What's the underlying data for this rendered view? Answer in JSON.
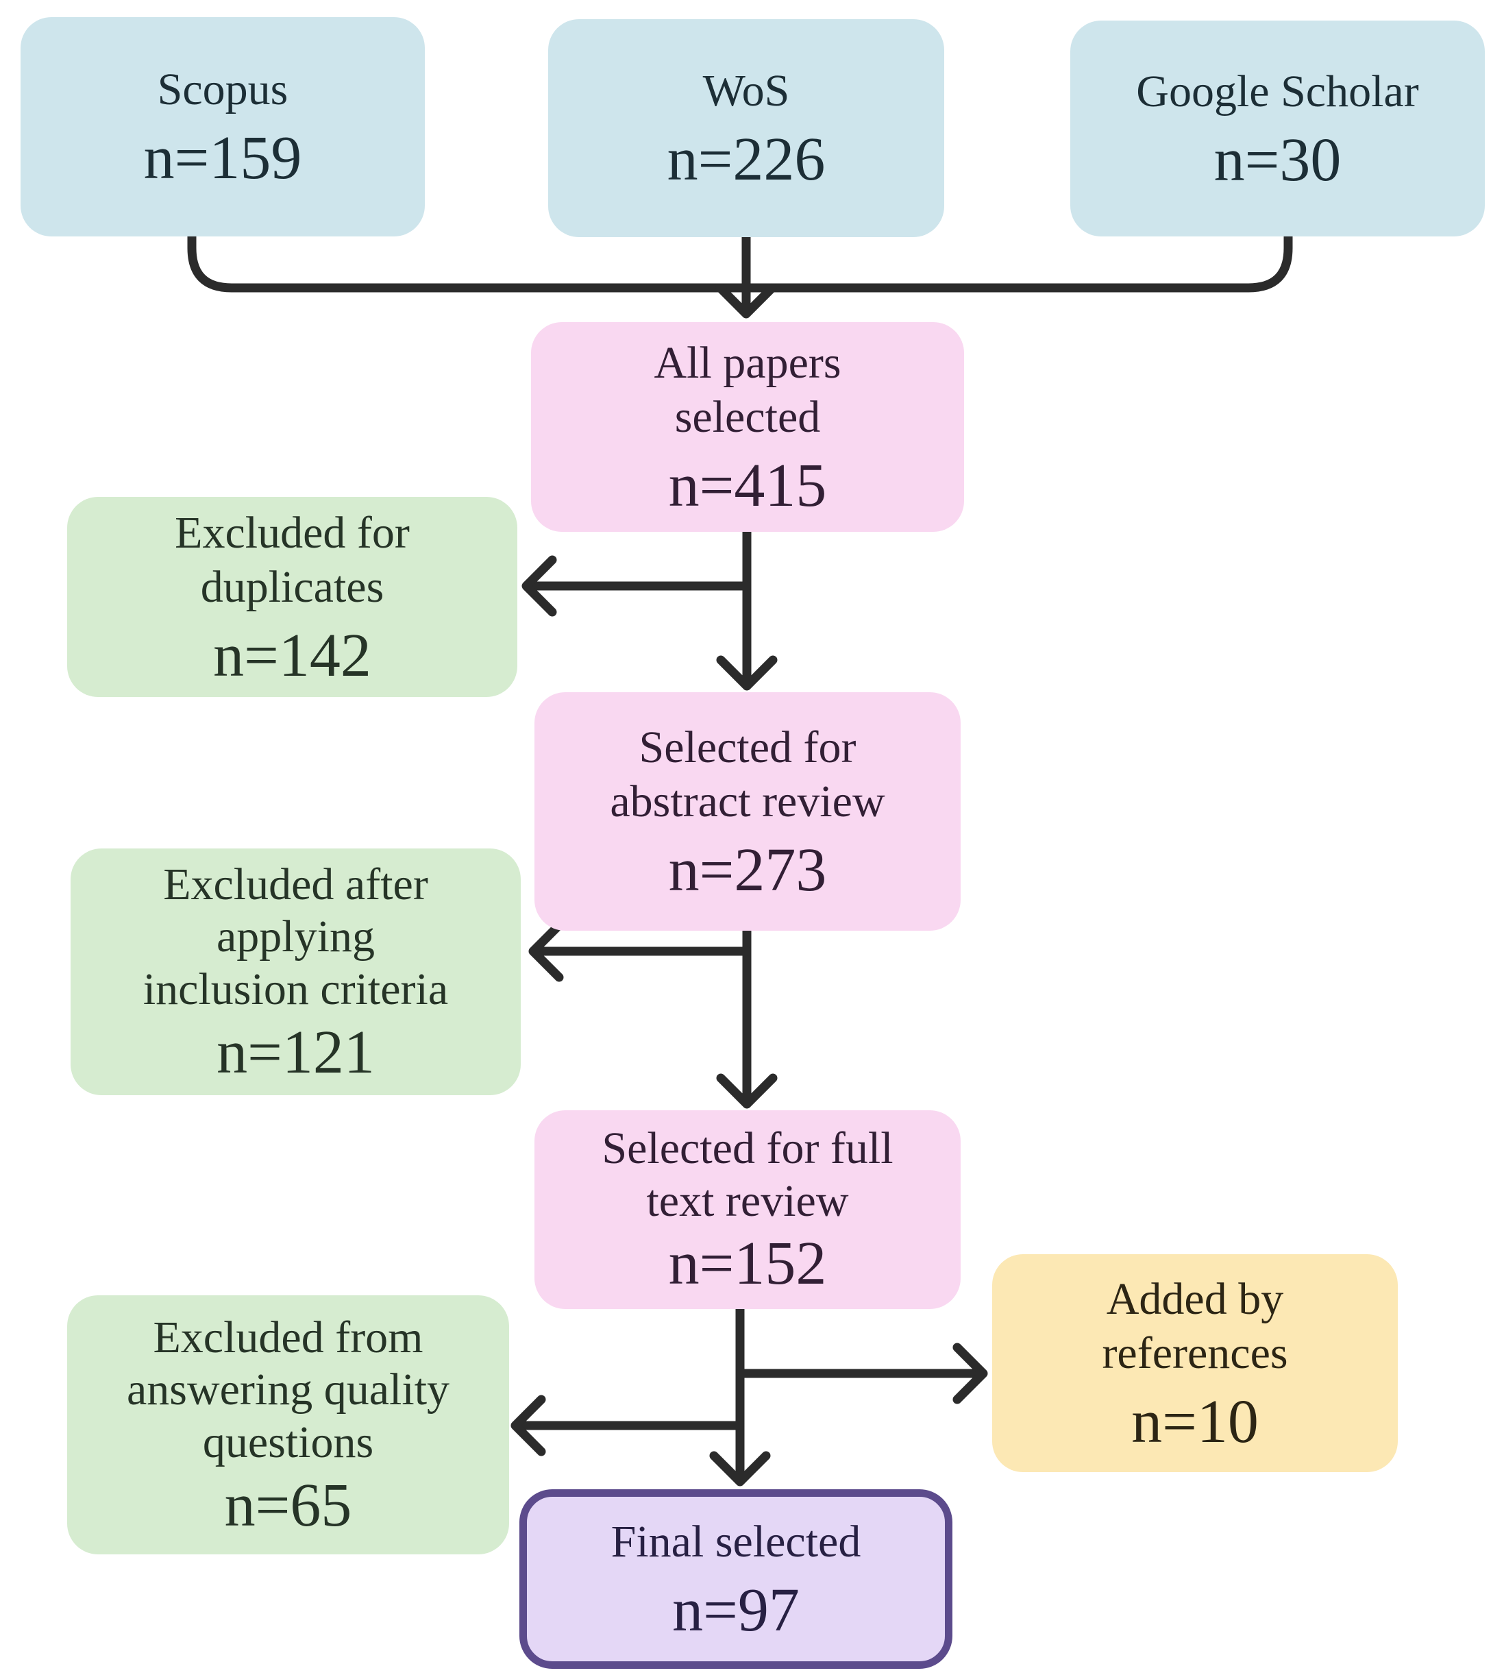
{
  "palette": {
    "source_fill": "#cee5ec",
    "process_fill": "#f9d8f1",
    "excluded_fill": "#d6ecd0",
    "added_fill": "#fce8b4",
    "final_fill": "#e4d7f6",
    "final_border": "#5c4b8c",
    "connector": "#2b2b2b"
  },
  "boxes": {
    "scopus": {
      "lines": [
        "Scopus"
      ],
      "count": "n=159"
    },
    "wos": {
      "lines": [
        "WoS"
      ],
      "count": "n=226"
    },
    "google_scholar": {
      "lines": [
        "Google Scholar"
      ],
      "count": "n=30"
    },
    "all_papers_selected": {
      "lines": [
        "All papers",
        "selected"
      ],
      "count": "n=415"
    },
    "excluded_duplicates": {
      "lines": [
        "Excluded for",
        "duplicates"
      ],
      "count": "n=142"
    },
    "selected_abstract_review": {
      "lines": [
        "Selected for",
        "abstract review"
      ],
      "count": "n=273"
    },
    "excluded_inclusion_criteria": {
      "lines": [
        "Excluded after",
        "applying",
        "inclusion criteria"
      ],
      "count": "n=121"
    },
    "selected_full_text_review": {
      "lines": [
        "Selected for full",
        "text review"
      ],
      "count": "n=152"
    },
    "excluded_quality_questions": {
      "lines": [
        "Excluded from",
        "answering quality",
        "questions"
      ],
      "count": "n=65"
    },
    "added_by_references": {
      "lines": [
        "Added by",
        "references"
      ],
      "count": "n=10"
    },
    "final_selected": {
      "lines": [
        "Final selected"
      ],
      "count": "n=97"
    }
  }
}
